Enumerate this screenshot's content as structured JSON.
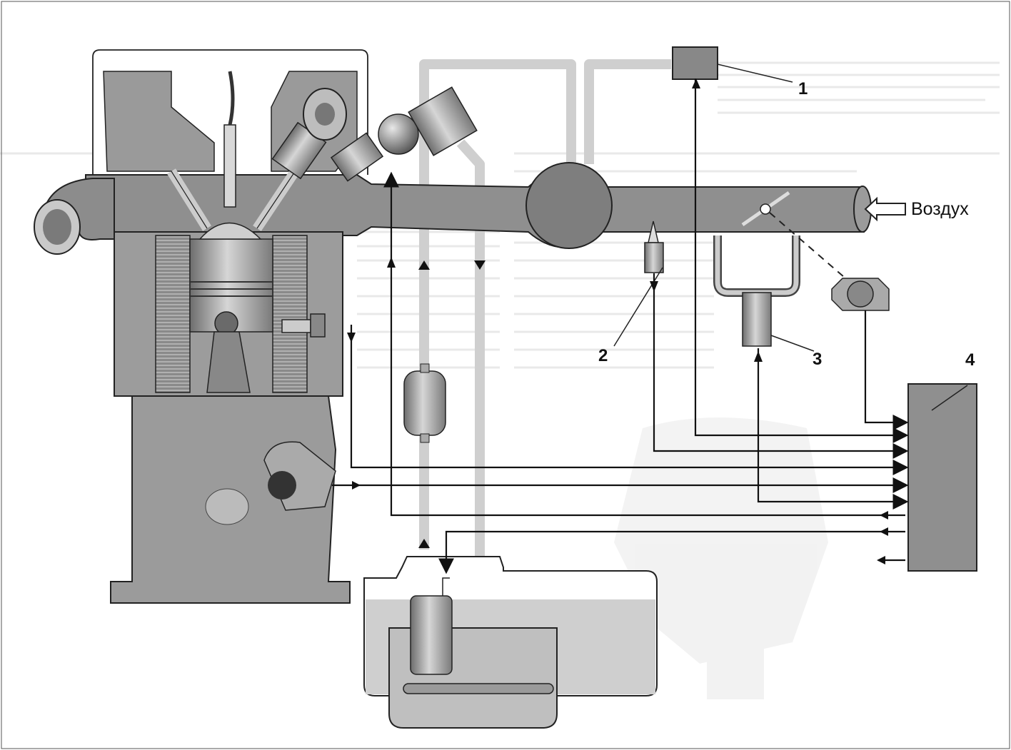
{
  "diagram": {
    "air_label": "Воздух",
    "callouts": [
      "1",
      "2",
      "3",
      "4"
    ]
  }
}
